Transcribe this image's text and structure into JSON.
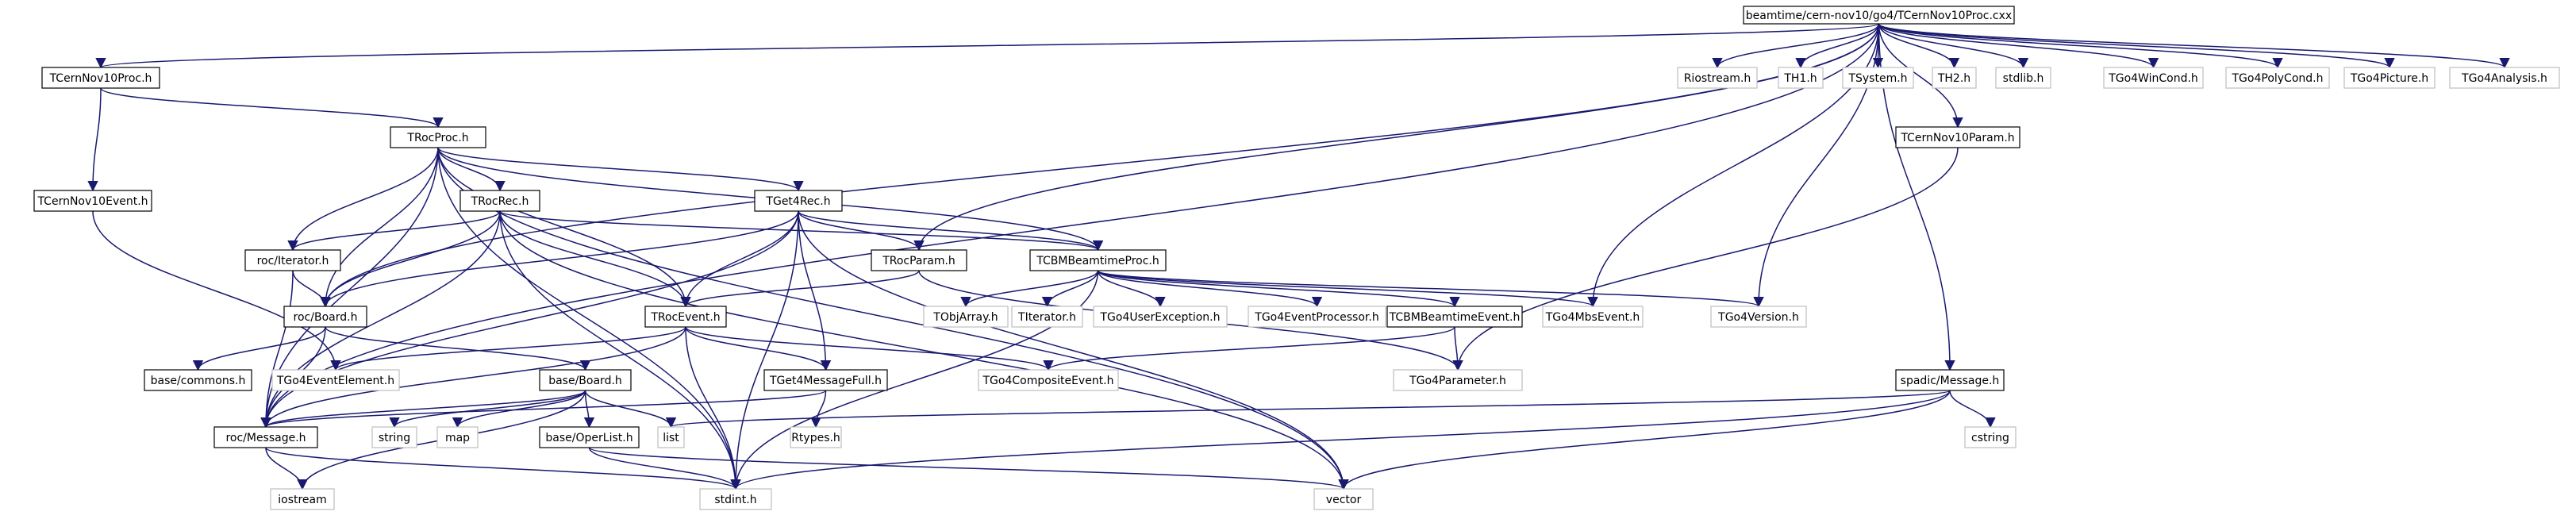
{
  "graph": {
    "nodes": [
      {
        "id": "root",
        "label": "beamtime/cern-nov10/go4/TCernNov10Proc.cxx",
        "kind": "root"
      },
      {
        "id": "tcernproc",
        "label": "TCernNov10Proc.h",
        "kind": "documented"
      },
      {
        "id": "troc",
        "label": "TRocProc.h",
        "kind": "documented"
      },
      {
        "id": "tcernevent",
        "label": "TCernNov10Event.h",
        "kind": "documented"
      },
      {
        "id": "trocrec",
        "label": "TRocRec.h",
        "kind": "documented"
      },
      {
        "id": "tget4rec",
        "label": "TGet4Rec.h",
        "kind": "documented"
      },
      {
        "id": "rociter",
        "label": "roc/Iterator.h",
        "kind": "documented"
      },
      {
        "id": "trocparam",
        "label": "TRocParam.h",
        "kind": "documented"
      },
      {
        "id": "tcbmproc",
        "label": "TCBMBeamtimeProc.h",
        "kind": "documented"
      },
      {
        "id": "rocboard",
        "label": "roc/Board.h",
        "kind": "documented"
      },
      {
        "id": "trocevent",
        "label": "TRocEvent.h",
        "kind": "documented"
      },
      {
        "id": "basecommons",
        "label": "base/commons.h",
        "kind": "documented"
      },
      {
        "id": "go4elem",
        "label": "TGo4EventElement.h",
        "kind": "external"
      },
      {
        "id": "baseboard",
        "label": "base/Board.h",
        "kind": "documented"
      },
      {
        "id": "tget4msgfull",
        "label": "TGet4MessageFull.h",
        "kind": "documented"
      },
      {
        "id": "rocmsg",
        "label": "roc/Message.h",
        "kind": "documented"
      },
      {
        "id": "string",
        "label": "string",
        "kind": "external"
      },
      {
        "id": "map",
        "label": "map",
        "kind": "external"
      },
      {
        "id": "list",
        "label": "list",
        "kind": "external"
      },
      {
        "id": "baseoper",
        "label": "base/OperList.h",
        "kind": "documented"
      },
      {
        "id": "rtypes",
        "label": "Rtypes.h",
        "kind": "external"
      },
      {
        "id": "iostream",
        "label": "iostream",
        "kind": "external"
      },
      {
        "id": "stdint",
        "label": "stdint.h",
        "kind": "external"
      },
      {
        "id": "vector",
        "label": "vector",
        "kind": "external"
      },
      {
        "id": "tobjarray",
        "label": "TObjArray.h",
        "kind": "external"
      },
      {
        "id": "titerator",
        "label": "TIterator.h",
        "kind": "external"
      },
      {
        "id": "go4userexc",
        "label": "TGo4UserException.h",
        "kind": "external"
      },
      {
        "id": "go4evproc",
        "label": "TGo4EventProcessor.h",
        "kind": "external"
      },
      {
        "id": "tcbmevent",
        "label": "TCBMBeamtimeEvent.h",
        "kind": "documented"
      },
      {
        "id": "go4mbs",
        "label": "TGo4MbsEvent.h",
        "kind": "external"
      },
      {
        "id": "go4version",
        "label": "TGo4Version.h",
        "kind": "external"
      },
      {
        "id": "go4composite",
        "label": "TGo4CompositeEvent.h",
        "kind": "external"
      },
      {
        "id": "go4param",
        "label": "TGo4Parameter.h",
        "kind": "external"
      },
      {
        "id": "spadicmsg",
        "label": "spadic/Message.h",
        "kind": "documented"
      },
      {
        "id": "cstring",
        "label": "cstring",
        "kind": "external"
      },
      {
        "id": "riostream",
        "label": "Riostream.h",
        "kind": "external"
      },
      {
        "id": "th1",
        "label": "TH1.h",
        "kind": "external"
      },
      {
        "id": "tsystem",
        "label": "TSystem.h",
        "kind": "external"
      },
      {
        "id": "th2",
        "label": "TH2.h",
        "kind": "external"
      },
      {
        "id": "stdlib",
        "label": "stdlib.h",
        "kind": "external"
      },
      {
        "id": "go4wincond",
        "label": "TGo4WinCond.h",
        "kind": "external"
      },
      {
        "id": "go4polycond",
        "label": "TGo4PolyCond.h",
        "kind": "external"
      },
      {
        "id": "go4picture",
        "label": "TGo4Picture.h",
        "kind": "external"
      },
      {
        "id": "go4analysis",
        "label": "TGo4Analysis.h",
        "kind": "external"
      },
      {
        "id": "tcernparam",
        "label": "TCernNov10Param.h",
        "kind": "documented"
      }
    ],
    "edges": [
      [
        "root",
        "tcernproc"
      ],
      [
        "root",
        "rocmsg"
      ],
      [
        "root",
        "rocboard"
      ],
      [
        "root",
        "trocparam"
      ],
      [
        "root",
        "go4mbs"
      ],
      [
        "root",
        "go4version"
      ],
      [
        "root",
        "spadicmsg"
      ],
      [
        "root",
        "tcernparam"
      ],
      [
        "root",
        "riostream"
      ],
      [
        "root",
        "th1"
      ],
      [
        "root",
        "tsystem"
      ],
      [
        "root",
        "th2"
      ],
      [
        "root",
        "stdlib"
      ],
      [
        "root",
        "go4wincond"
      ],
      [
        "root",
        "go4polycond"
      ],
      [
        "root",
        "go4picture"
      ],
      [
        "root",
        "go4analysis"
      ],
      [
        "tcernproc",
        "troc"
      ],
      [
        "tcernproc",
        "tcernevent"
      ],
      [
        "tcernevent",
        "go4elem"
      ],
      [
        "troc",
        "trocrec"
      ],
      [
        "troc",
        "tget4rec"
      ],
      [
        "troc",
        "rociter"
      ],
      [
        "troc",
        "rocboard"
      ],
      [
        "troc",
        "trocevent"
      ],
      [
        "troc",
        "tcbmproc"
      ],
      [
        "troc",
        "rocmsg"
      ],
      [
        "troc",
        "vector"
      ],
      [
        "troc",
        "stdint"
      ],
      [
        "trocrec",
        "rociter"
      ],
      [
        "trocrec",
        "rocboard"
      ],
      [
        "trocrec",
        "trocevent"
      ],
      [
        "trocrec",
        "tcbmproc"
      ],
      [
        "trocrec",
        "rocmsg"
      ],
      [
        "trocrec",
        "stdint"
      ],
      [
        "trocrec",
        "vector"
      ],
      [
        "tget4rec",
        "trocparam"
      ],
      [
        "tget4rec",
        "tcbmproc"
      ],
      [
        "tget4rec",
        "trocevent"
      ],
      [
        "tget4rec",
        "rocboard"
      ],
      [
        "tget4rec",
        "tget4msgfull"
      ],
      [
        "tget4rec",
        "rocmsg"
      ],
      [
        "tget4rec",
        "stdint"
      ],
      [
        "tget4rec",
        "vector"
      ],
      [
        "rociter",
        "rocboard"
      ],
      [
        "rociter",
        "rocmsg"
      ],
      [
        "trocparam",
        "trocevent"
      ],
      [
        "trocparam",
        "go4param"
      ],
      [
        "tcbmproc",
        "tobjarray"
      ],
      [
        "tcbmproc",
        "titerator"
      ],
      [
        "tcbmproc",
        "go4userexc"
      ],
      [
        "tcbmproc",
        "go4evproc"
      ],
      [
        "tcbmproc",
        "tcbmevent"
      ],
      [
        "tcbmproc",
        "go4mbs"
      ],
      [
        "tcbmproc",
        "go4version"
      ],
      [
        "tcbmproc",
        "stdint"
      ],
      [
        "rocboard",
        "basecommons"
      ],
      [
        "rocboard",
        "baseboard"
      ],
      [
        "rocboard",
        "rocmsg"
      ],
      [
        "trocevent",
        "go4elem"
      ],
      [
        "trocevent",
        "tget4msgfull"
      ],
      [
        "trocevent",
        "go4composite"
      ],
      [
        "trocevent",
        "rocmsg"
      ],
      [
        "trocevent",
        "stdint"
      ],
      [
        "baseboard",
        "rocmsg"
      ],
      [
        "baseboard",
        "string"
      ],
      [
        "baseboard",
        "map"
      ],
      [
        "baseboard",
        "list"
      ],
      [
        "baseboard",
        "baseoper"
      ],
      [
        "baseboard",
        "iostream"
      ],
      [
        "tget4msgfull",
        "rocmsg"
      ],
      [
        "tget4msgfull",
        "rtypes"
      ],
      [
        "rocmsg",
        "iostream"
      ],
      [
        "rocmsg",
        "stdint"
      ],
      [
        "baseoper",
        "stdint"
      ],
      [
        "baseoper",
        "vector"
      ],
      [
        "tcbmevent",
        "go4composite"
      ],
      [
        "tcbmevent",
        "go4param"
      ],
      [
        "spadicmsg",
        "list"
      ],
      [
        "spadicmsg",
        "cstring"
      ],
      [
        "spadicmsg",
        "stdint"
      ],
      [
        "spadicmsg",
        "vector"
      ],
      [
        "tcernparam",
        "go4param"
      ]
    ]
  },
  "colors": {
    "root_fill": "#bfbfbf",
    "documented_border": "#000000",
    "external_border": "#bfbfbf",
    "edge": "#191970",
    "text": "#000000"
  }
}
